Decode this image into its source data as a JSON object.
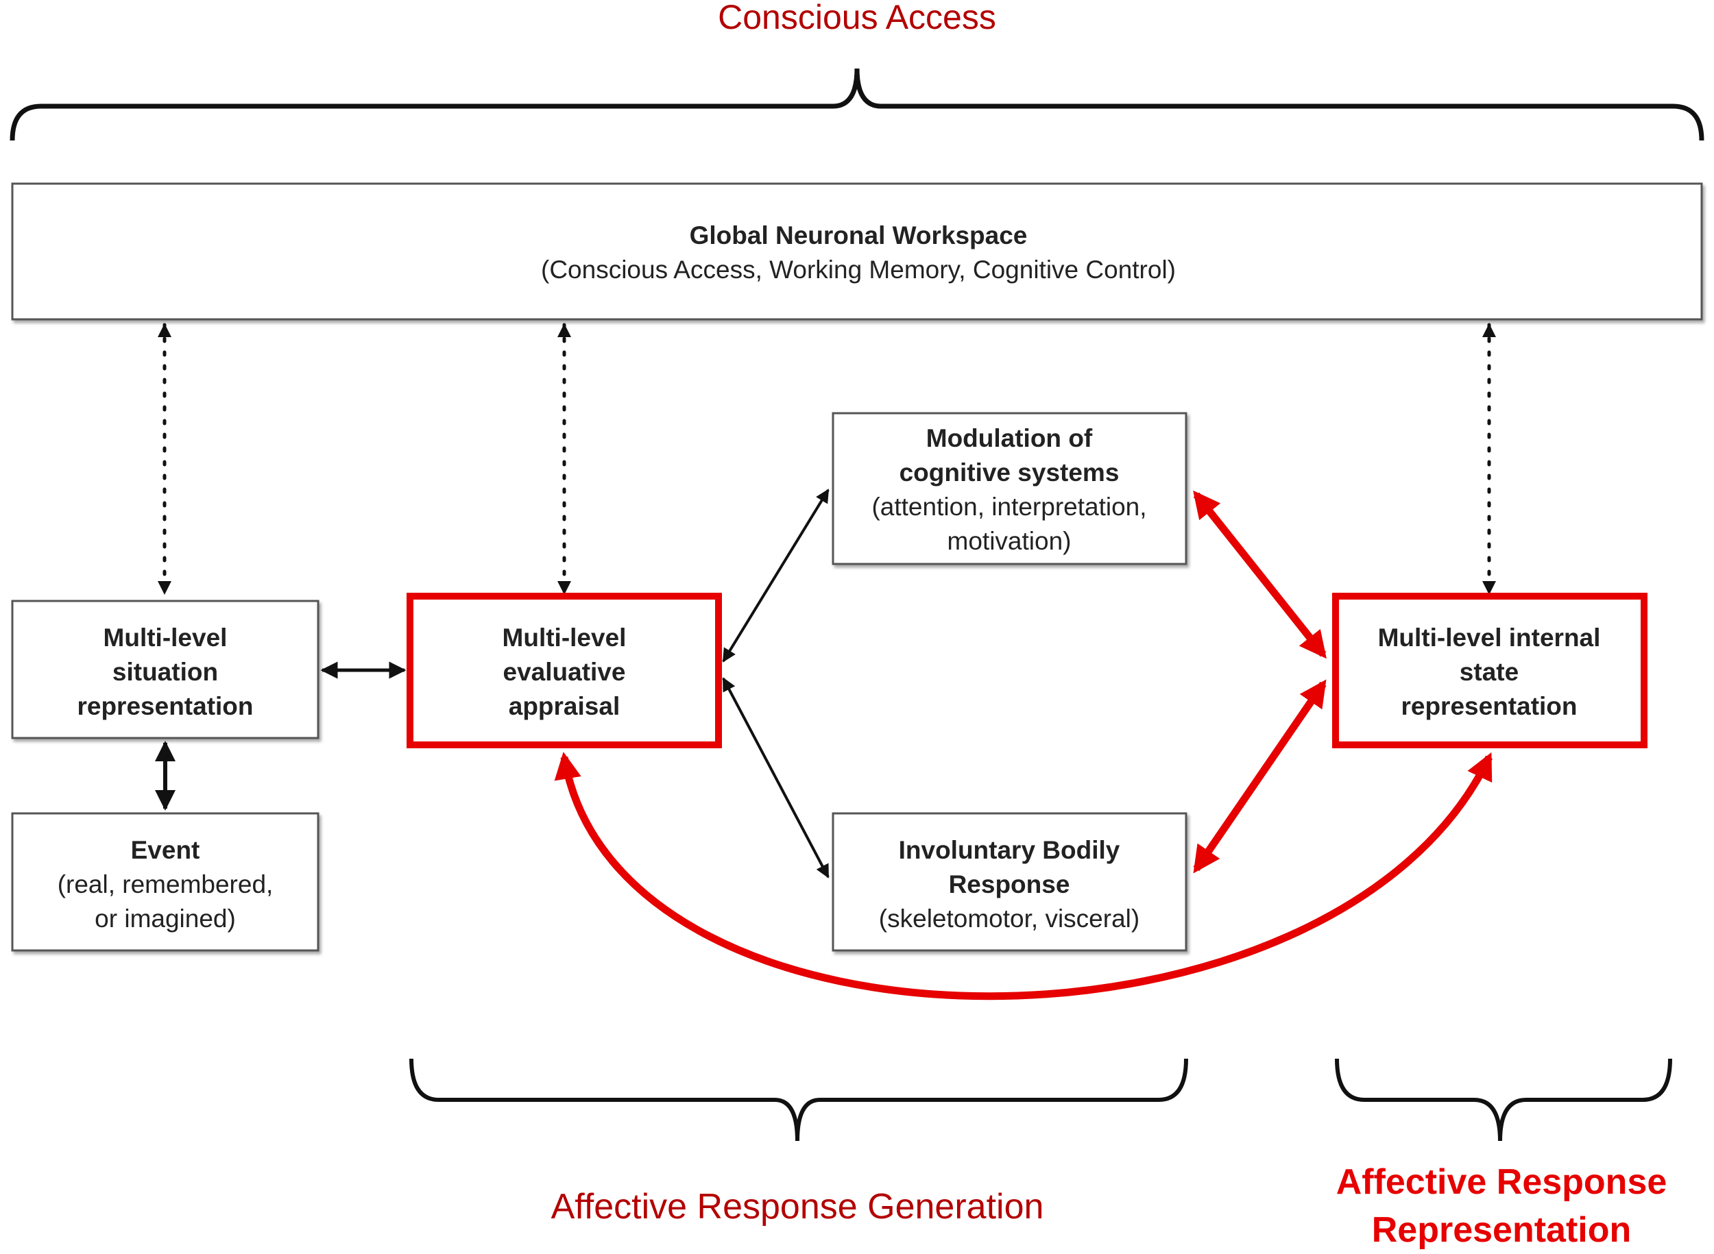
{
  "colors": {
    "accent_red": "#e60000",
    "label_red": "#b30000",
    "box_border": "#555555",
    "text": "#222222"
  },
  "labels": {
    "conscious_access": "Conscious Access",
    "affective_generation": "Affective Response Generation",
    "affective_representation_line1": "Affective Response",
    "affective_representation_line2": "Representation"
  },
  "boxes": {
    "workspace": {
      "title": "Global Neuronal Workspace",
      "subtitle": "(Conscious Access, Working Memory, Cognitive Control)"
    },
    "situation": {
      "line1": "Multi-level",
      "line2": "situation",
      "line3": "representation"
    },
    "event": {
      "title": "Event",
      "line2": "(real, remembered,",
      "line3": "or imagined)"
    },
    "appraisal": {
      "line1": "Multi-level",
      "line2": "evaluative",
      "line3": "appraisal"
    },
    "modulation": {
      "line1": "Modulation of",
      "line2": "cognitive systems",
      "line3": "(attention, interpretation,",
      "line4": "motivation)"
    },
    "bodily": {
      "line1": "Involuntary Bodily",
      "line2": "Response",
      "line3": "(skeletomotor, visceral)"
    },
    "internal": {
      "line1": "Multi-level internal",
      "line2": "state",
      "line3": "representation"
    }
  }
}
